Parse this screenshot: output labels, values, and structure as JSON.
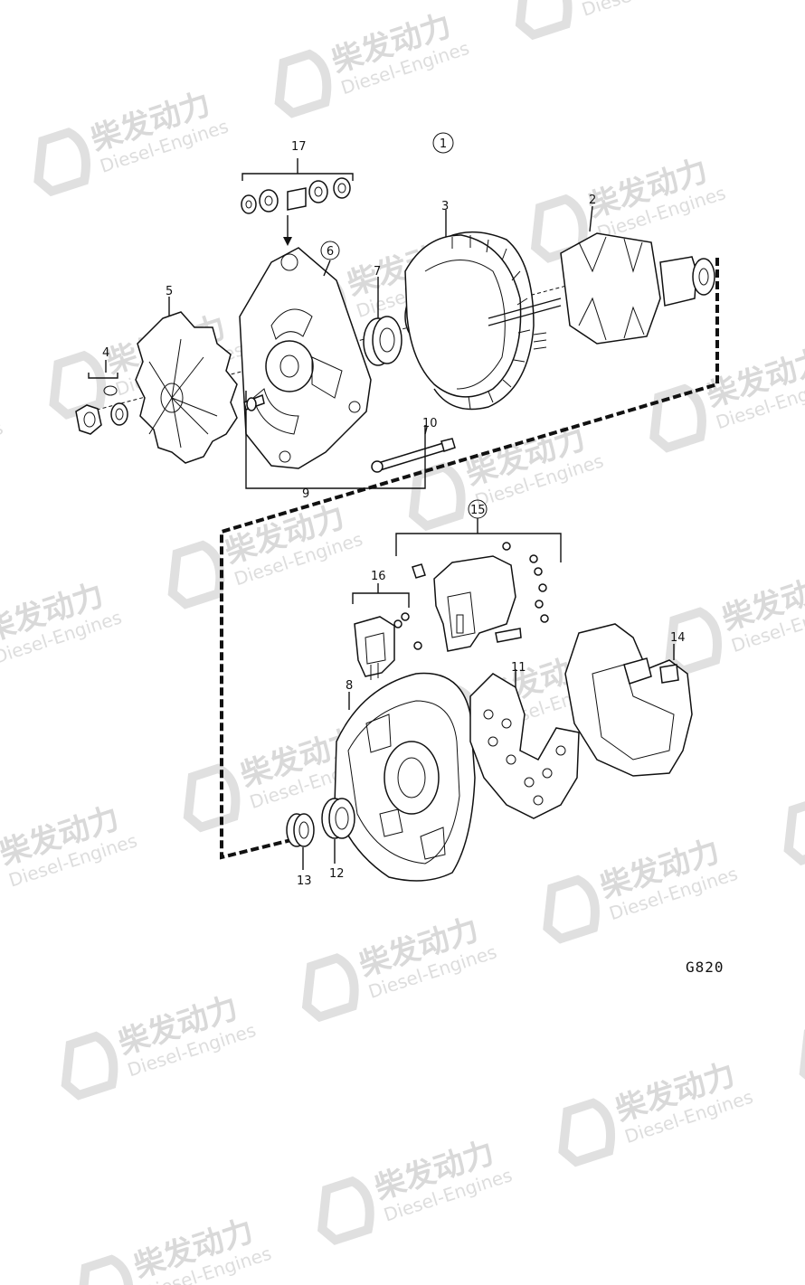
{
  "diagram": {
    "group_label": "1",
    "callouts": {
      "p2": "2",
      "p3": "3",
      "p4": "4",
      "p5": "5",
      "p6": "6",
      "p7": "7",
      "p8": "8",
      "p9": "9",
      "p10": "10",
      "p11": "11",
      "p12": "12",
      "p13": "13",
      "p14": "14",
      "p15": "15",
      "p16": "16",
      "p17": "17"
    },
    "drawing_code": "G820"
  },
  "watermark": {
    "brand_cn": "柴发动力",
    "brand_en": "Diesel-Engines"
  }
}
